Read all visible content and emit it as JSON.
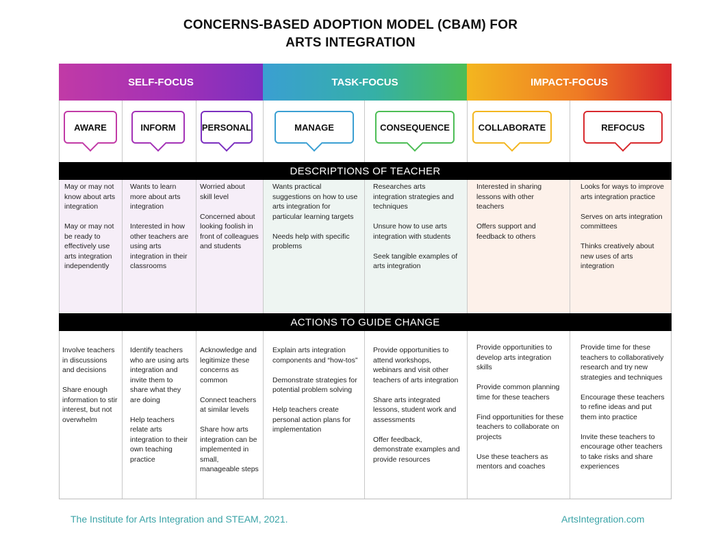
{
  "title": {
    "line1": "CONCERNS-BASED ADOPTION MODEL (CBAM) FOR",
    "line2": "ARTS INTEGRATION"
  },
  "focus": {
    "self": "SELF-FOCUS",
    "task": "TASK-FOCUS",
    "impact": "IMPACT-FOCUS"
  },
  "stages": {
    "aware": "AWARE",
    "inform": "INFORM",
    "personal": "PERSONAL",
    "manage": "MANAGE",
    "consequence": "CONSEQUENCE",
    "collaborate": "COLLABORATE",
    "refocus": "REFOCUS"
  },
  "bands": {
    "descriptions": "DESCRIPTIONS OF TEACHER",
    "actions": "ACTIONS TO GUIDE CHANGE"
  },
  "descriptions": {
    "aware": [
      "May or may not know about arts integration",
      "May or may not be ready to effectively use arts integration independently"
    ],
    "inform": [
      "Wants to learn more about arts integration",
      "Interested in how other teachers are using arts integration in their classrooms"
    ],
    "personal": [
      "Worried about skill level",
      "Concerned about looking foolish in front of colleagues and students"
    ],
    "manage": [
      "Wants practical suggestions on how to use arts integration for particular learning targets",
      "Needs help with specific problems"
    ],
    "consequence": [
      "Researches arts integration strategies and techniques",
      "Unsure how to use arts integration with students",
      "Seek tangible examples of arts integration"
    ],
    "collaborate": [
      "Interested in sharing lessons with other teachers",
      "Offers support and feedback to others"
    ],
    "refocus": [
      "Looks for ways to improve arts integration practice",
      "Serves on arts integration committees",
      "Thinks creatively about new uses of arts integration"
    ]
  },
  "actions": {
    "aware": [
      "Involve teachers in discussions and decisions",
      "Share enough information to stir interest, but not overwhelm"
    ],
    "inform": [
      "Identify teachers who are using arts integration and invite them to share what they are doing",
      "Help teachers relate arts integration to their own teaching practice"
    ],
    "personal": [
      "Acknowledge and legitimize these concerns as common",
      "Connect teachers at similar levels",
      "Share how arts integration can be implemented in small, manageable steps"
    ],
    "manage": [
      "Explain arts integration components and “how-tos”",
      "Demonstrate strategies for potential problem solving",
      "Help teachers create personal action plans for implementation"
    ],
    "consequence": [
      "Provide opportunities to attend workshops, webinars and visit other teachers of arts integration",
      "Share arts integrated lessons, student work and assessments",
      "Offer feedback, demonstrate examples and provide resources"
    ],
    "collaborate": [
      "Provide opportunities to develop arts integration skills",
      "Provide common planning time for these teachers",
      "Find opportunities for these teachers to collaborate on projects",
      "Use these teachers as mentors and coaches"
    ],
    "refocus": [
      "Provide time for these teachers to collaboratively research and try new strategies and techniques",
      "Encourage these teachers to refine ideas and put them into practice",
      "Invite these teachers to encourage other teachers to take risks and share experiences"
    ]
  },
  "footer": {
    "left": "The Institute for Arts Integration and STEAM, 2021.",
    "right": "ArtsIntegration.com"
  },
  "colors": {
    "self": "#a331b6",
    "task": "#35b0a6",
    "impact": "#ef7a24"
  }
}
